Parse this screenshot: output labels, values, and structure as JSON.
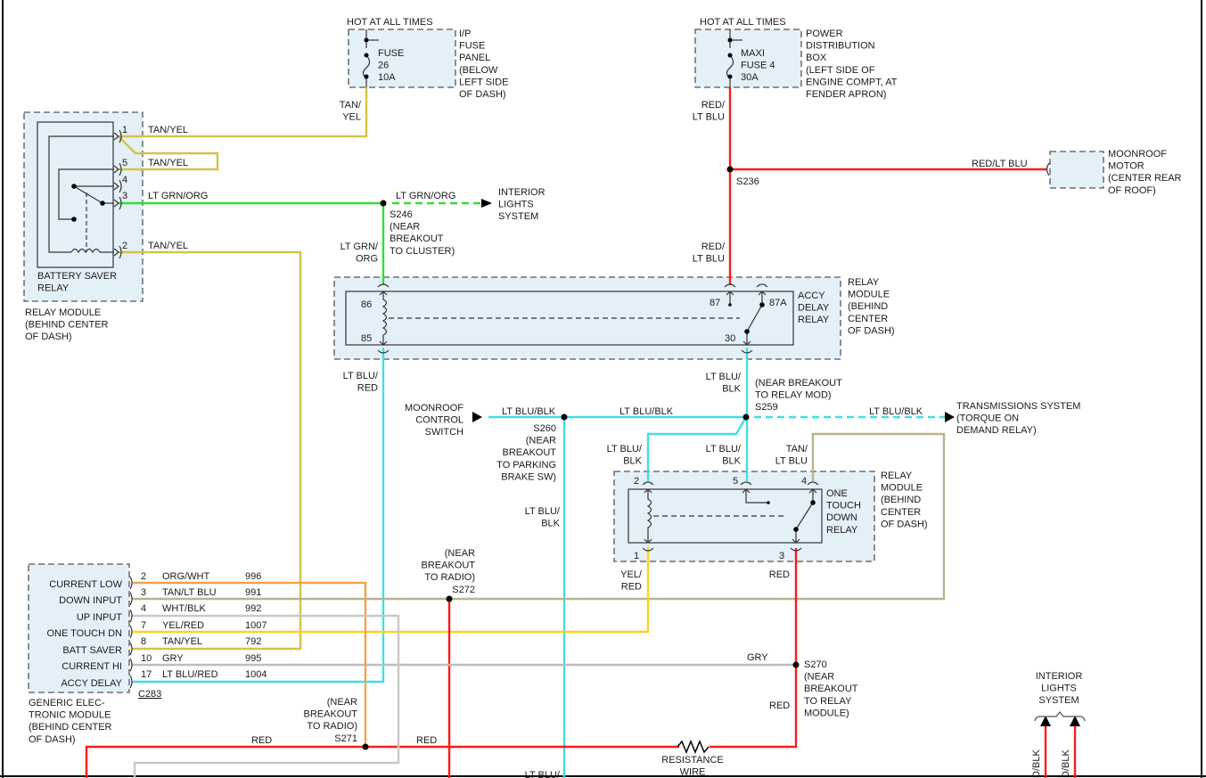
{
  "fuse_panel": {
    "hot": "HOT AT ALL TIMES",
    "fuse": [
      "FUSE",
      "26",
      "10A"
    ],
    "location": [
      "I/P",
      "FUSE",
      "PANEL",
      "(BELOW",
      "LEFT SIDE",
      "OF DASH)"
    ],
    "wire": [
      "TAN/",
      "YEL"
    ]
  },
  "power_box": {
    "hot": "HOT AT ALL TIMES",
    "fuse": [
      "MAXI",
      "FUSE 4",
      "30A"
    ],
    "location": [
      "POWER",
      "DISTRIBUTION",
      "BOX",
      "(LEFT SIDE OF",
      "ENGINE COMPT, AT",
      "FENDER APRON)"
    ],
    "wire": [
      "RED/",
      "LT BLU"
    ]
  },
  "battery_saver": {
    "pins": [
      "1",
      "5",
      "4",
      "3",
      "2"
    ],
    "wires": [
      "TAN/YEL",
      "TAN/YEL",
      "LT GRN/ORG",
      "TAN/YEL"
    ],
    "name": [
      "BATTERY SAVER",
      "RELAY"
    ],
    "location": [
      "RELAY MODULE",
      "(BEHIND CENTER",
      "OF DASH)"
    ]
  },
  "s246": {
    "wire_right": "LT GRN/ORG",
    "label": [
      "S246",
      "(NEAR",
      "BREAKOUT",
      "TO CLUSTER)"
    ],
    "wire_down": [
      "LT GRN/",
      "ORG"
    ]
  },
  "interior_lights_top": [
    "INTERIOR",
    "LIGHTS",
    "SYSTEM"
  ],
  "s236": {
    "label": "S236",
    "wire_right": "RED/LT BLU",
    "wire_down": [
      "RED/",
      "LT BLU"
    ]
  },
  "moonroof_motor": [
    "MOONROOF",
    "MOTOR",
    "(CENTER REAR",
    "OF ROOF)"
  ],
  "accy_relay": {
    "pins": {
      "p86": "86",
      "p85": "85",
      "p87": "87",
      "p87a": "87A",
      "p30": "30"
    },
    "name": [
      "ACCY",
      "DELAY",
      "RELAY"
    ],
    "location": [
      "RELAY",
      "MODULE",
      "(BEHIND",
      "CENTER",
      "OF DASH)"
    ],
    "wire_85": [
      "LT BLU/",
      "RED"
    ],
    "wire_30": [
      "LT BLU/",
      "BLK"
    ]
  },
  "s259": {
    "label": [
      "(NEAR BREAKOUT",
      "TO RELAY MOD)",
      "S259"
    ],
    "wire_left_a": "LT BLU/BLK",
    "wire_left_b": "LT BLU/BLK",
    "wire_right": "LT BLU/BLK"
  },
  "moonroof_switch": [
    "MOONROOF",
    "CONTROL",
    "SWITCH"
  ],
  "transmission": [
    "TRANSMISSIONS SYSTEM",
    "(TORQUE ON",
    "DEMAND RELAY)"
  ],
  "s260": {
    "label": [
      "S260",
      "(NEAR",
      "BREAKOUT",
      "TO PARKING",
      "BRAKE SW)"
    ],
    "wire_down": [
      "LT BLU/",
      "BLK"
    ],
    "wire_bottom": "LT BLU/"
  },
  "one_touch_relay": {
    "wire_2": [
      "LT BLU/",
      "BLK"
    ],
    "wire_5": [
      "LT BLU/",
      "BLK"
    ],
    "wire_4": [
      "TAN/",
      "LT BLU"
    ],
    "pins": {
      "p2": "2",
      "p5": "5",
      "p4": "4",
      "p1": "1",
      "p3": "3"
    },
    "name": [
      "ONE",
      "TOUCH",
      "DOWN",
      "RELAY"
    ],
    "location": [
      "RELAY",
      "MODULE",
      "(BEHIND",
      "CENTER",
      "OF DASH)"
    ],
    "wire_1": [
      "YEL/",
      "RED"
    ],
    "wire_3": "RED"
  },
  "s272": [
    "(NEAR",
    "BREAKOUT",
    "TO RADIO)",
    "S272"
  ],
  "s271": [
    "(NEAR",
    "BREAKOUT",
    "TO RADIO)",
    "S271"
  ],
  "s270": {
    "label": [
      "S270",
      "(NEAR",
      "BREAKOUT",
      "TO RELAY",
      "MODULE)"
    ],
    "wire_gry": "GRY",
    "wire_red": "RED"
  },
  "red_left": "RED",
  "red_mid": "RED",
  "resistance_wire": [
    "RESISTANCE",
    "WIRE"
  ],
  "interior_lights_bottom": {
    "label": [
      "INTERIOR",
      "LIGHTS",
      "SYSTEM"
    ],
    "wires": [
      "D/BLK",
      "D/BLK"
    ]
  },
  "gem": {
    "connector": "C283",
    "name": [
      "GENERIC ELEC-",
      "TRONIC MODULE",
      "(BEHIND CENTER",
      "OF DASH)"
    ],
    "rows": [
      {
        "func": "CURRENT LOW",
        "pin": "2",
        "color": "ORG/WHT",
        "circuit": "996"
      },
      {
        "func": "DOWN INPUT",
        "pin": "3",
        "color": "TAN/LT BLU",
        "circuit": "991"
      },
      {
        "func": "UP INPUT",
        "pin": "4",
        "color": "WHT/BLK",
        "circuit": "992"
      },
      {
        "func": "ONE TOUCH DN",
        "pin": "7",
        "color": "YEL/RED",
        "circuit": "1007"
      },
      {
        "func": "BATT SAVER",
        "pin": "8",
        "color": "TAN/YEL",
        "circuit": "792"
      },
      {
        "func": "CURRENT HI",
        "pin": "10",
        "color": "GRY",
        "circuit": "995"
      },
      {
        "func": "ACCY DELAY",
        "pin": "17",
        "color": "LT BLU/RED",
        "circuit": "1004"
      }
    ]
  },
  "wire_colors": {
    "tan_yel": "#d6c24a",
    "lt_grn_org": "#33dd33",
    "red": "#ff1a1a",
    "lt_blu": "#44dde2",
    "gry": "#bdbdbd",
    "org_wht": "#f0a24c",
    "yel_red": "#ffd21a",
    "tan_lt_blu": "#b9b48c"
  }
}
